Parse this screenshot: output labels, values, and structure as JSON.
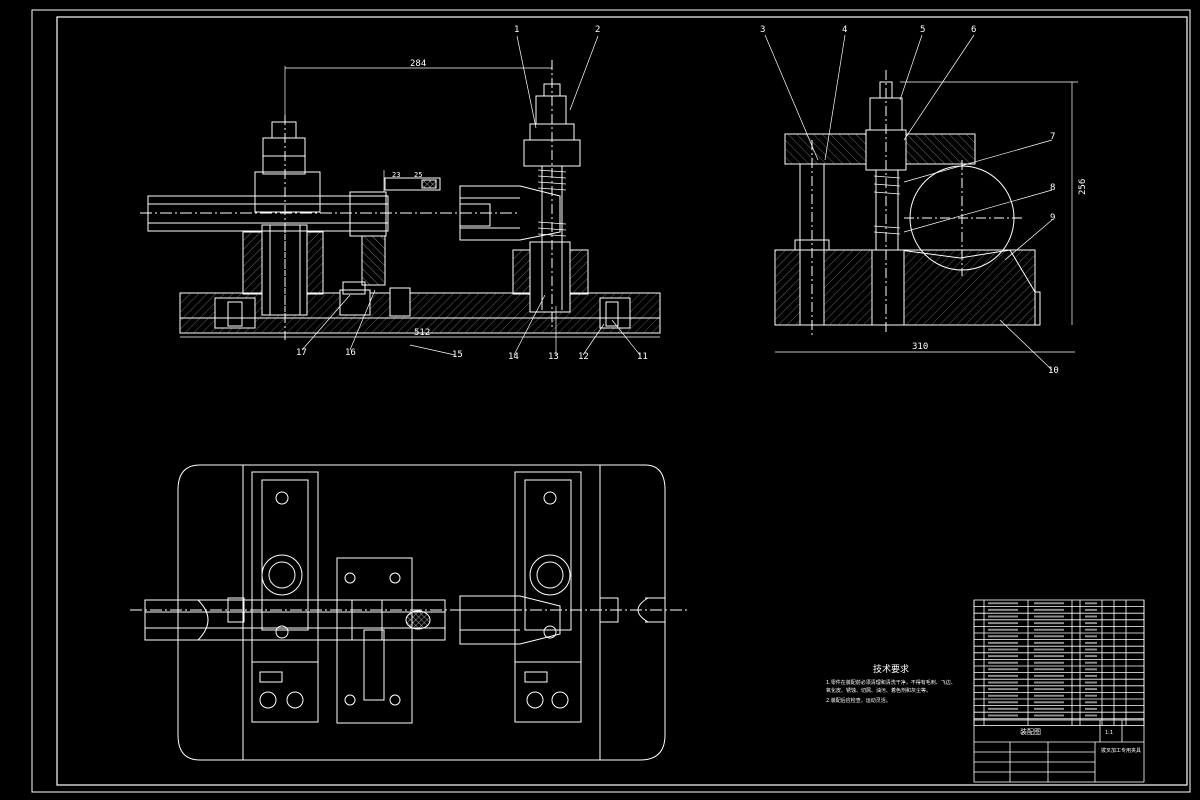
{
  "drawing": {
    "balloons_front": [
      "1",
      "2",
      "17",
      "16",
      "15",
      "14",
      "13",
      "12",
      "11"
    ],
    "balloons_side": [
      "3",
      "4",
      "5",
      "6",
      "7",
      "8",
      "9",
      "10"
    ],
    "dimensions": {
      "front_center_distance": "284",
      "front_overall_length": "512",
      "front_slot_a": "23",
      "front_slot_b": "25",
      "side_height": "256",
      "side_width": "310"
    }
  },
  "technical_requirements": {
    "title": "技术要求",
    "lines": [
      "1.零件在装配前必须清理和清洗干净，不得有毛刺、飞边、",
      "  氧化皮、锈蚀、切屑、油污、着色剂和灰尘等。",
      "2.装配后应检查，运动灵活。"
    ]
  },
  "parts_list": {
    "header": [
      "序号",
      "代号",
      "名称",
      "数量",
      "材料",
      "单件",
      "总计",
      "备注"
    ],
    "rows": 18
  },
  "title_block": {
    "drawing_title": "装配图",
    "designation": "拨叉加工专用夹具",
    "scale": "1:1"
  }
}
